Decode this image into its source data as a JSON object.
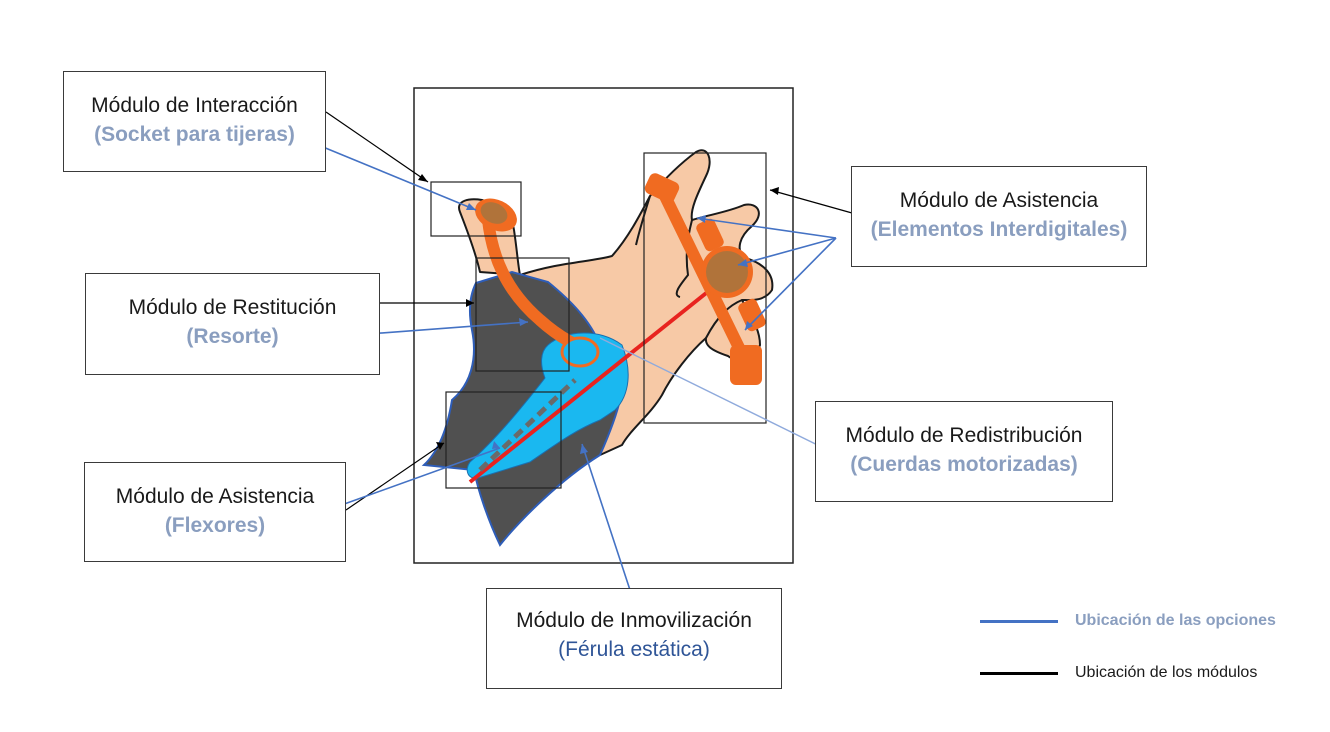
{
  "modules": {
    "interaccion": {
      "title": "Módulo de Interacción",
      "option": "(Socket para tijeras)"
    },
    "restitucion": {
      "title": "Módulo de Restitución",
      "option": "(Resorte)"
    },
    "asistencia_flexores": {
      "title": "Módulo de Asistencia",
      "option": "(Flexores)"
    },
    "asistencia_interdigital": {
      "title": "Módulo de Asistencia",
      "option": "(Elementos Interdigitales)"
    },
    "redistribucion": {
      "title": "Módulo de Redistribución",
      "option": "(Cuerdas motorizadas)"
    },
    "inmovilizacion": {
      "title": "Módulo de Inmovilización",
      "option": "(Férula estática)"
    }
  },
  "legend": {
    "options": {
      "label": "Ubicación de las opciones",
      "color": "#4472c4"
    },
    "modules": {
      "label": "Ubicación de los módulos",
      "color": "#000000"
    }
  },
  "colors": {
    "skin": "#f7c9a6",
    "splint_dark": "#505050",
    "splint_light": "#1ab8f0",
    "orange": "#f06b21",
    "cord": "#e8231f",
    "brown_joint": "#b0733a"
  }
}
